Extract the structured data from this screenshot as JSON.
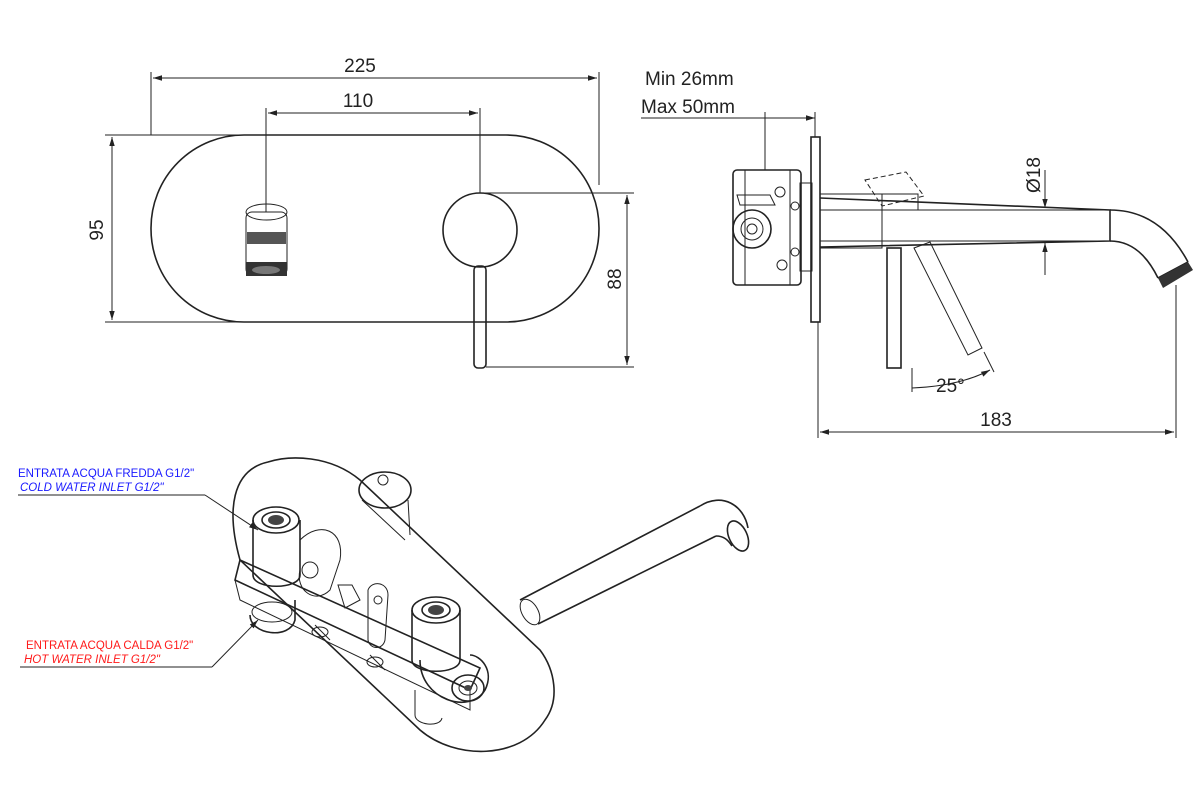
{
  "front_view": {
    "width_overall": "225",
    "width_centers": "110",
    "height_plate": "95",
    "height_handle": "88"
  },
  "side_view": {
    "wall_min": "Min 26mm",
    "wall_max": "Max 50mm",
    "spout_diameter": "Ø18",
    "lever_angle": "25°",
    "projection": "183"
  },
  "inlets": {
    "cold_it": "ENTRATA ACQUA FREDDA G1/2\"",
    "cold_en": "COLD WATER INLET G1/2\"",
    "hot_it": "ENTRATA ACQUA CALDA G1/2\"",
    "hot_en": "HOT WATER INLET G1/2\""
  },
  "colors": {
    "cold": "#1a1aff",
    "hot": "#ff1a1a",
    "line": "#222222"
  }
}
